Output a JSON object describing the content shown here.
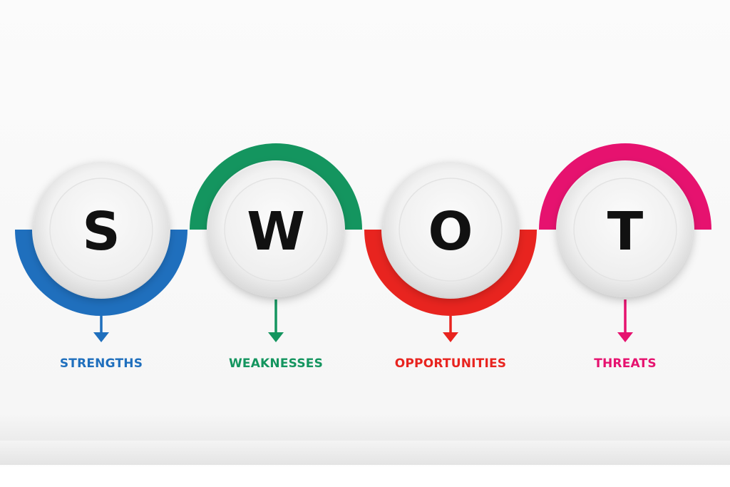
{
  "items": [
    {
      "letter": "S",
      "label": "STRENGTHS",
      "color": "#1f6fbd",
      "arc": "bottom"
    },
    {
      "letter": "W",
      "label": "WEAKNESSES",
      "color": "#14955f",
      "arc": "top"
    },
    {
      "letter": "O",
      "label": "OPPORTUNITIES",
      "color": "#e8241f",
      "arc": "bottom"
    },
    {
      "letter": "T",
      "label": "THREATS",
      "color": "#e6126f",
      "arc": "top"
    }
  ]
}
